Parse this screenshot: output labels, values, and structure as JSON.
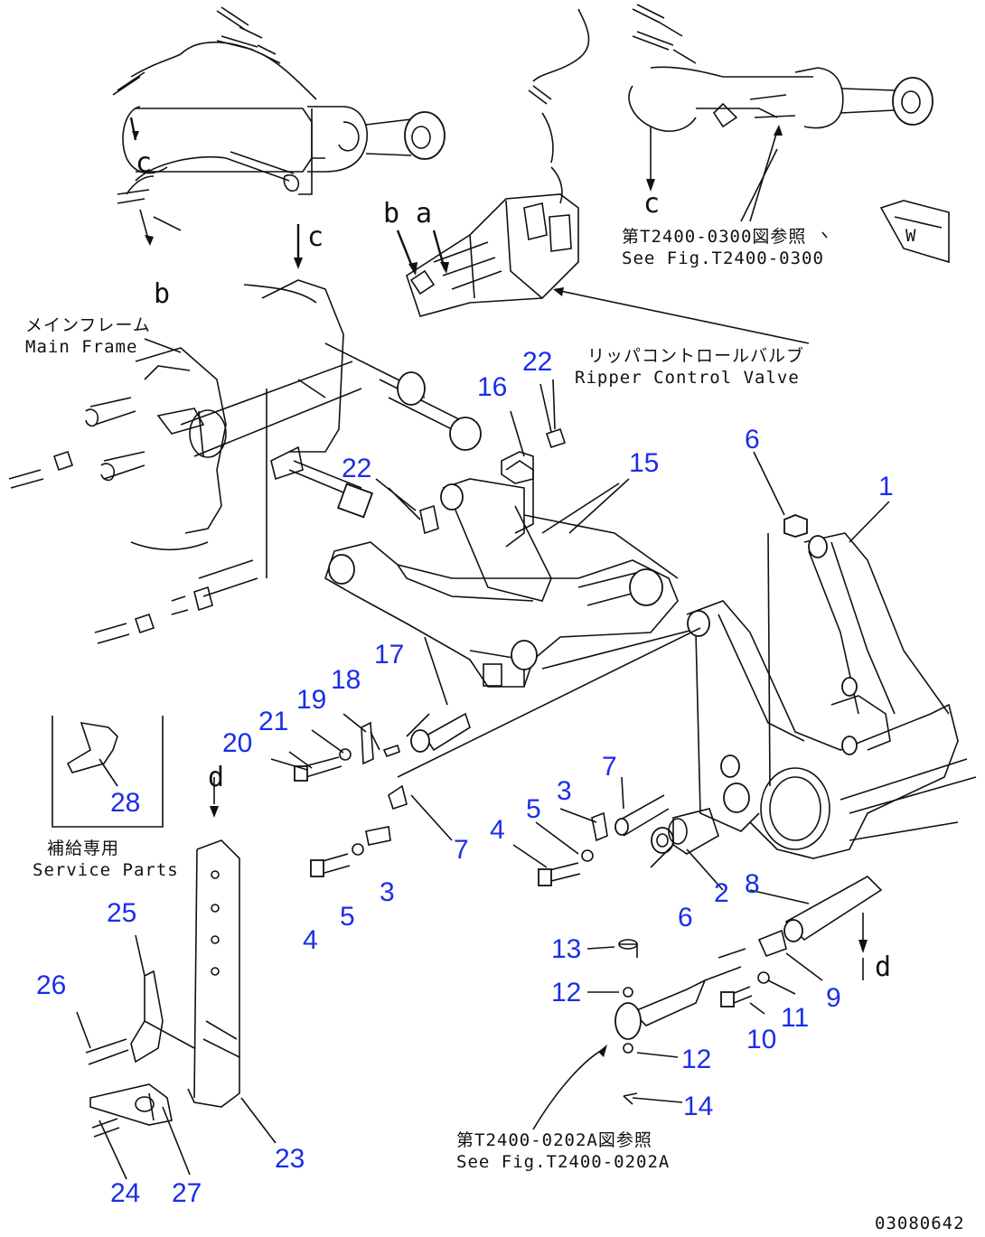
{
  "part_numbers": [
    {
      "id": "p1",
      "text": "1"
    },
    {
      "id": "p2",
      "text": "2"
    },
    {
      "id": "p3a",
      "text": "3"
    },
    {
      "id": "p3b",
      "text": "3"
    },
    {
      "id": "p4a",
      "text": "4"
    },
    {
      "id": "p4b",
      "text": "4"
    },
    {
      "id": "p5a",
      "text": "5"
    },
    {
      "id": "p5b",
      "text": "5"
    },
    {
      "id": "p6a",
      "text": "6"
    },
    {
      "id": "p6b",
      "text": "6"
    },
    {
      "id": "p7a",
      "text": "7"
    },
    {
      "id": "p7b",
      "text": "7"
    },
    {
      "id": "p8",
      "text": "8"
    },
    {
      "id": "p9",
      "text": "9"
    },
    {
      "id": "p10",
      "text": "10"
    },
    {
      "id": "p11",
      "text": "11"
    },
    {
      "id": "p12a",
      "text": "12"
    },
    {
      "id": "p12b",
      "text": "12"
    },
    {
      "id": "p13",
      "text": "13"
    },
    {
      "id": "p14",
      "text": "14"
    },
    {
      "id": "p15",
      "text": "15"
    },
    {
      "id": "p16",
      "text": "16"
    },
    {
      "id": "p17",
      "text": "17"
    },
    {
      "id": "p18",
      "text": "18"
    },
    {
      "id": "p19",
      "text": "19"
    },
    {
      "id": "p20",
      "text": "20"
    },
    {
      "id": "p21",
      "text": "21"
    },
    {
      "id": "p22a",
      "text": "22"
    },
    {
      "id": "p22b",
      "text": "22"
    },
    {
      "id": "p23",
      "text": "23"
    },
    {
      "id": "p24",
      "text": "24"
    },
    {
      "id": "p25",
      "text": "25"
    },
    {
      "id": "p26",
      "text": "26"
    },
    {
      "id": "p27",
      "text": "27"
    },
    {
      "id": "p28",
      "text": "28"
    }
  ],
  "callouts": {
    "main_frame_jp": "メインフレーム",
    "main_frame_en": "Main Frame",
    "valve_jp": "リッパコントロールバルブ",
    "valve_en": "Ripper Control Valve",
    "ref_top_jp": "第T2400-0300図参照",
    "ref_top_en": "See Fig.T2400-0300",
    "ref_bottom_jp": "第T2400-0202A図参照",
    "ref_bottom_en": "See Fig.T2400-0202A",
    "service_jp": "補給専用",
    "service_en": "Service Parts"
  },
  "ref_letters": {
    "c_top": "c",
    "c_right": "c",
    "c_mid": "c",
    "b_left": "b",
    "b_valve": "b",
    "a_valve": "a",
    "d_left": "d",
    "d_right": "d"
  },
  "view_marker": "W",
  "figure_code": "03080642"
}
